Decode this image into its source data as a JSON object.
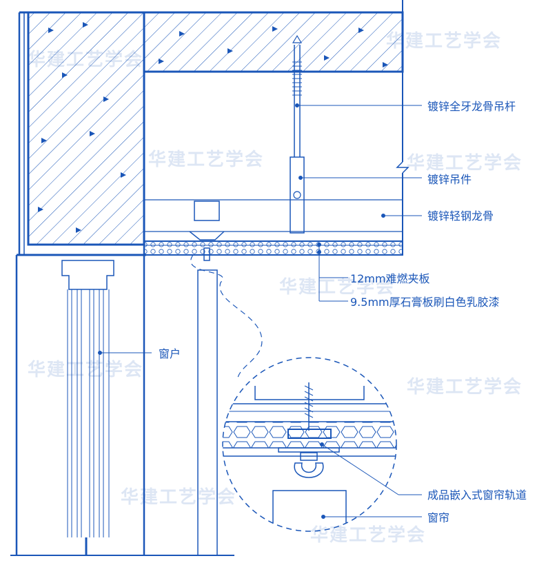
{
  "colors": {
    "line": "#1a56b8",
    "background": "#ffffff"
  },
  "labels": {
    "hanger_rod": "镀锌全牙龙骨吊杆",
    "hanger": "镀锌吊件",
    "keel": "镀锌轻钢龙骨",
    "board_12mm": "12mm难燃夹板",
    "gypsum_board": "9.5mm厚石膏板刷白色乳胶漆",
    "window": "窗户",
    "curtain_track": "成品嵌入式窗帘轨道",
    "curtain": "窗帘"
  },
  "watermark": "华建工艺学会"
}
